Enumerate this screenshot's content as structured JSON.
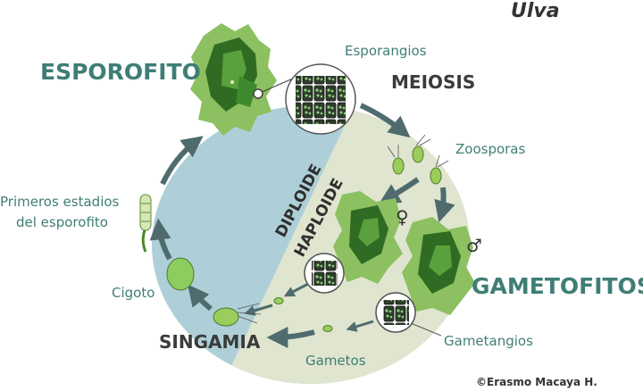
{
  "title": "Ulva",
  "labels": {
    "esporofito": "ESPOROFITO",
    "esporangios": "Esporangios",
    "meiosis": "MEIOSIS",
    "zoosporas": "Zoosporas",
    "diploide": "DIPLOIDE",
    "haploide": "HAPLOIDE",
    "primeros_1": "Primeros estadios",
    "primeros_2": "del esporofito",
    "cigoto": "Cigoto",
    "singamia": "SINGAMIA",
    "gametos": "Gametos",
    "gametangios": "Gametangios",
    "gametofitos": "GAMETOFITOS",
    "female_symbol": "♀",
    "male_symbol": "♂"
  },
  "credit": "©Erasmo Macaya H.",
  "colors": {
    "diploid_region": "#aecfd8",
    "haploid_region": "#dfe5cf",
    "arrow": "#4f6b6e",
    "label_green": "#3f7e76",
    "algae_dark": "#2f6b22",
    "algae_light": "#8cc060"
  }
}
